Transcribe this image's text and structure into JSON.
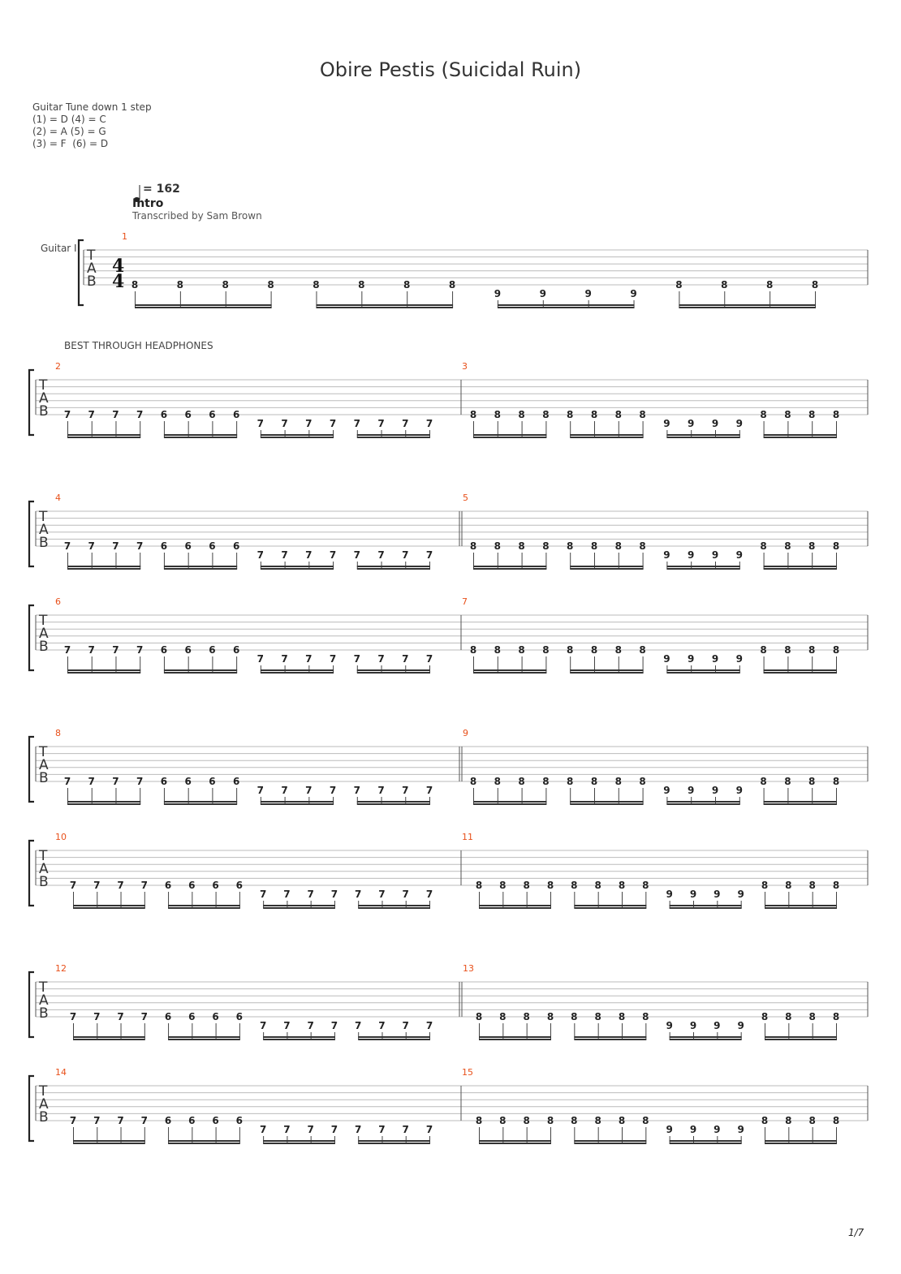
{
  "title": "Obire Pestis (Suicidal Ruin)",
  "tuning": {
    "heading": "Guitar Tune down 1 step",
    "line1": "(1) = D (4) = C",
    "line2": "(2) = A (5) = G",
    "line3": "(3) = F  (6) = D"
  },
  "tempo": "= 162",
  "section": "Intro",
  "credit": "Transcribed by Sam Brown",
  "instrument": "Guitar I",
  "annotation": "BEST THROUGH HEADPHONES",
  "page_number": "1/7",
  "tab_clef": [
    "T",
    "A",
    "B"
  ],
  "time_signature": {
    "top": "4",
    "bottom": "4"
  },
  "patterns": {
    "A": [
      {
        "fret": "7",
        "string": 6
      },
      {
        "fret": "7",
        "string": 6
      },
      {
        "fret": "7",
        "string": 6
      },
      {
        "fret": "7",
        "string": 6
      },
      {
        "fret": "6",
        "string": 6
      },
      {
        "fret": "6",
        "string": 6
      },
      {
        "fret": "6",
        "string": 6
      },
      {
        "fret": "6",
        "string": 6
      },
      {
        "fret": "7",
        "string": 7
      },
      {
        "fret": "7",
        "string": 7
      },
      {
        "fret": "7",
        "string": 7
      },
      {
        "fret": "7",
        "string": 7
      },
      {
        "fret": "7",
        "string": 7
      },
      {
        "fret": "7",
        "string": 7
      },
      {
        "fret": "7",
        "string": 7
      },
      {
        "fret": "7",
        "string": 7
      }
    ],
    "B": [
      {
        "fret": "8",
        "string": 6
      },
      {
        "fret": "8",
        "string": 6
      },
      {
        "fret": "8",
        "string": 6
      },
      {
        "fret": "8",
        "string": 6
      },
      {
        "fret": "8",
        "string": 6
      },
      {
        "fret": "8",
        "string": 6
      },
      {
        "fret": "8",
        "string": 6
      },
      {
        "fret": "8",
        "string": 6
      },
      {
        "fret": "9",
        "string": 7
      },
      {
        "fret": "9",
        "string": 7
      },
      {
        "fret": "9",
        "string": 7
      },
      {
        "fret": "9",
        "string": 7
      },
      {
        "fret": "8",
        "string": 6
      },
      {
        "fret": "8",
        "string": 6
      },
      {
        "fret": "8",
        "string": 6
      },
      {
        "fret": "8",
        "string": 6
      }
    ]
  },
  "measures": [
    {
      "number": "1",
      "pattern": "B"
    },
    {
      "number": "2",
      "pattern": "A"
    },
    {
      "number": "3",
      "pattern": "B"
    },
    {
      "number": "4",
      "pattern": "A"
    },
    {
      "number": "5",
      "pattern": "B"
    },
    {
      "number": "6",
      "pattern": "A"
    },
    {
      "number": "7",
      "pattern": "B"
    },
    {
      "number": "8",
      "pattern": "A"
    },
    {
      "number": "9",
      "pattern": "B"
    },
    {
      "number": "10",
      "pattern": "A"
    },
    {
      "number": "11",
      "pattern": "B"
    },
    {
      "number": "12",
      "pattern": "A"
    },
    {
      "number": "13",
      "pattern": "B"
    },
    {
      "number": "14",
      "pattern": "A"
    },
    {
      "number": "15",
      "pattern": "B"
    }
  ],
  "systems": [
    {
      "measures": [
        0
      ]
    },
    {
      "measures": [
        1,
        2
      ]
    },
    {
      "measures": [
        3,
        4
      ]
    },
    {
      "measures": [
        5,
        6
      ]
    },
    {
      "measures": [
        7,
        8
      ]
    },
    {
      "measures": [
        9,
        10
      ]
    },
    {
      "measures": [
        11,
        12
      ]
    },
    {
      "measures": [
        13,
        14
      ]
    }
  ]
}
